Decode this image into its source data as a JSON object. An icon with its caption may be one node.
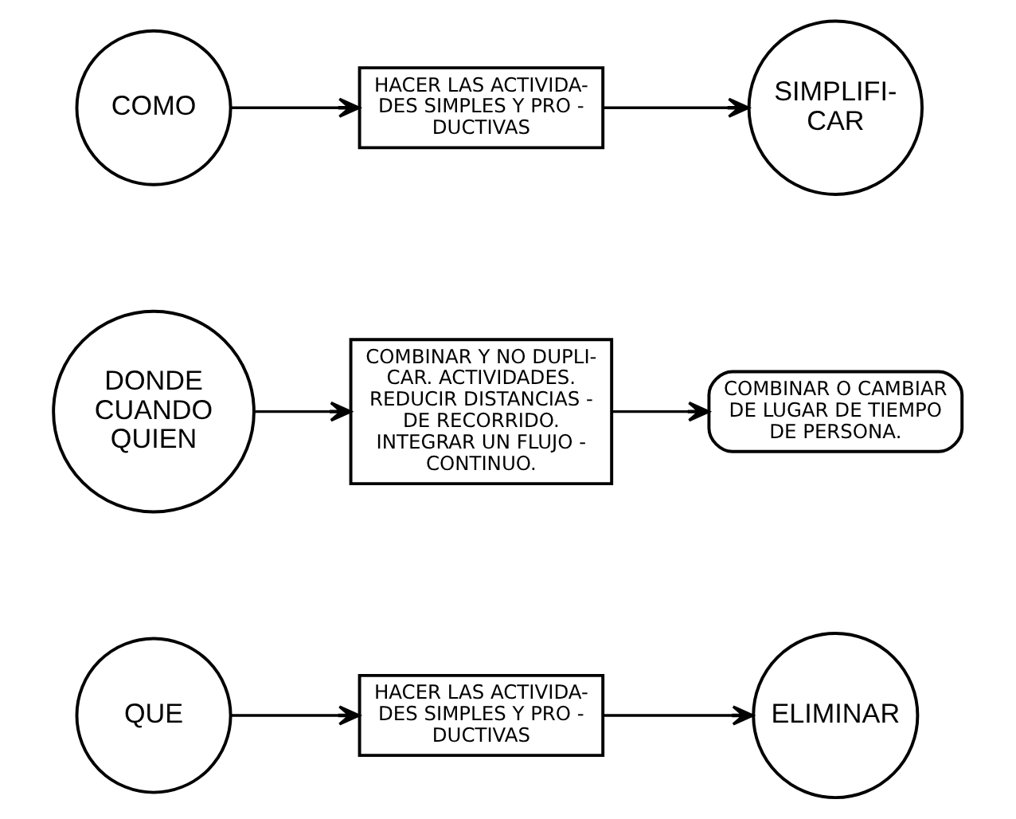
{
  "diagram": {
    "nodes": [
      {
        "text": [
          "QUE"
        ]
      },
      {
        "text": [
          "HACER LAS ACTIVIDA- DES SIMPLES Y PRO - DUCTIVAS"
        ]
      },
      {
        "text": [
          "ELIMINAR"
        ]
      },
      {
        "text": [
          "DONDE CUANDO QUIEN"
        ]
      },
      {
        "text": [
          "COMBINAR Y NO DUPLI- CAR. ACTIVIDADES.",
          "REDUCIR DISTANCIAS - DE RECORRIDO.",
          "INTEGRAR UN FLUJO - CONTINUO."
        ]
      },
      {
        "text": [
          "COMBINAR O CAMBIAR DE LUGAR DE TIEMPO DE PERSONA."
        ]
      },
      {
        "text": [
          "COMO"
        ]
      },
      {
        "text": [
          "HACER LAS ACTIVIDA- DES SIMPLES Y PRO - DUCTIVAS"
        ]
      },
      {
        "text": [
          "SIMPLIFI- CAR"
        ]
      }
    ],
    "edges": [
      {
        "from": 0,
        "to": 1,
        "arrow": "to"
      },
      {
        "from": 1,
        "to": 2,
        "arrow": "to"
      },
      {
        "from": 3,
        "to": 4,
        "arrow": "to"
      },
      {
        "from": 4,
        "to": 5,
        "arrow": "to"
      },
      {
        "from": 6,
        "to": 7,
        "arrow": "to"
      },
      {
        "from": 7,
        "to": 8,
        "arrow": "to"
      }
    ]
  }
}
